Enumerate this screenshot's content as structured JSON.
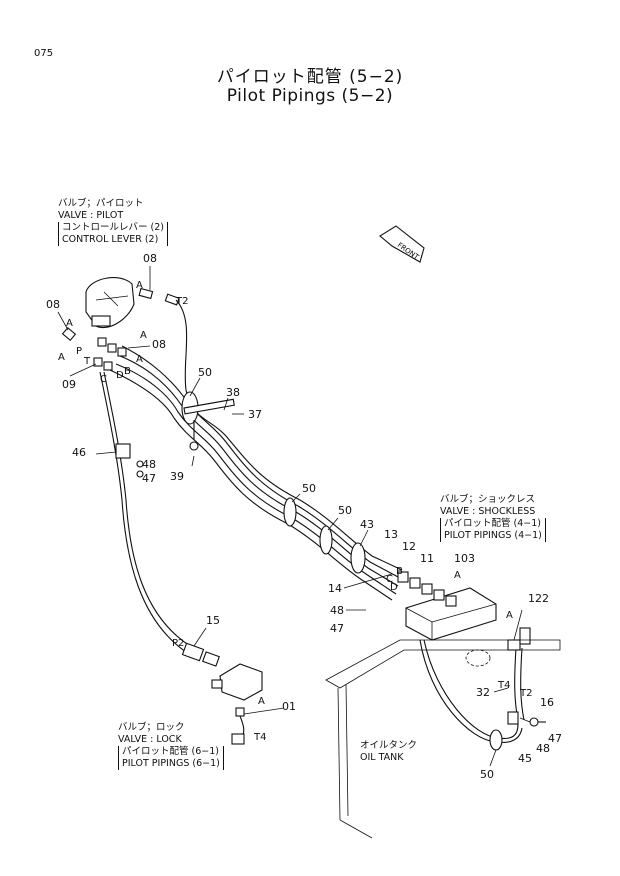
{
  "page_number": "075",
  "title": {
    "ja": "パイロット配管 (5−2)",
    "en": "Pilot Pipings (5−2)"
  },
  "front_label": "FRONT",
  "notes": {
    "pilot_valve": {
      "ja": "バルブ；パイロット",
      "en": "VALVE : PILOT",
      "ref_ja": "コントロールレバー (2)",
      "ref_en": "CONTROL LEVER (2)"
    },
    "shockless_valve": {
      "ja": "バルブ；ショックレス",
      "en": "VALVE : SHOCKLESS",
      "ref_ja": "パイロット配管 (4−1)",
      "ref_en": "PILOT PIPINGS (4−1)"
    },
    "lock_valve": {
      "ja": "バルブ；ロック",
      "en": "VALVE : LOCK",
      "ref_ja": "パイロット配管 (6−1)",
      "ref_en": "PILOT PIPINGS (6−1)"
    },
    "oil_tank": {
      "ja": "オイルタンク",
      "en": "OIL TANK"
    }
  },
  "part_numbers": {
    "p08a": "08",
    "p08b": "08",
    "p08c": "08",
    "p09": "09",
    "p50a": "50",
    "p38": "38",
    "p37": "37",
    "p46": "46",
    "p48a": "48",
    "p47a": "47",
    "p39": "39",
    "p50b": "50",
    "p50c": "50",
    "p43": "43",
    "p13": "13",
    "p12": "12",
    "p11": "11",
    "p103": "103",
    "p14": "14",
    "p48b": "48",
    "p47b": "47",
    "p15": "15",
    "p01": "01",
    "p122": "122",
    "p32": "32",
    "p16": "16",
    "p47c": "47",
    "p48c": "48",
    "p45": "45",
    "p50d": "50"
  },
  "port_letters": {
    "a1": "A",
    "a2": "A",
    "a3": "A",
    "a4": "A",
    "a5": "A",
    "a6": "A",
    "a7": "A",
    "a8": "A",
    "b1": "B",
    "c1": "C",
    "d1": "D",
    "p1": "P",
    "b2": "B",
    "c2": "C",
    "d2": "D",
    "t1": "T",
    "t2": "T2",
    "t4a": "T4",
    "t2b": "T2",
    "p2": "P2",
    "t4b": "T4"
  }
}
